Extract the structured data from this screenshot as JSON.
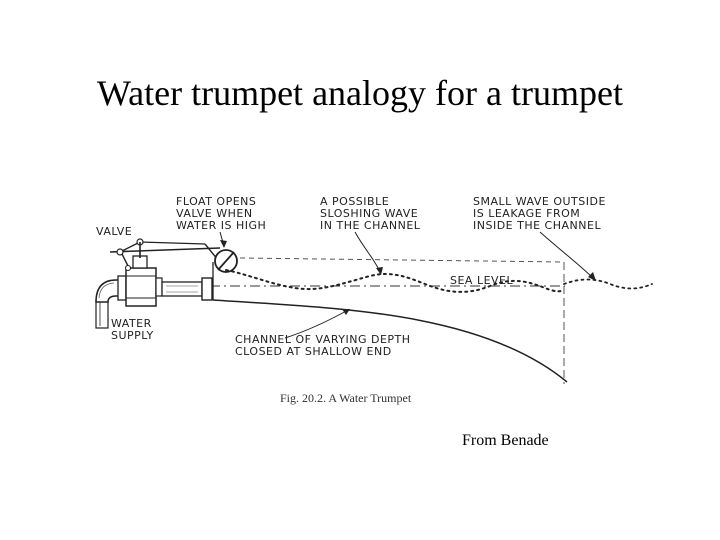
{
  "title": "Water trumpet analogy for a trumpet",
  "figure": {
    "label_float": [
      "FLOAT  OPENS",
      "VALVE  WHEN",
      "WATER  IS HIGH"
    ],
    "label_sloshing": [
      "A POSSIBLE",
      "SLOSHING WAVE",
      "IN  THE CHANNEL"
    ],
    "label_small_wave": [
      "SMALL  WAVE  OUTSIDE",
      "IS  LEAKAGE  FROM",
      "INSIDE  THE CHANNEL"
    ],
    "label_valve": "VALVE",
    "label_sea_level": "SEA  LEVEL",
    "label_water_supply": [
      "WATER",
      "SUPPLY"
    ],
    "label_channel": [
      "CHANNEL  OF  VARYING  DEPTH",
      "CLOSED  AT  SHALLOW  END"
    ],
    "caption": "Fig. 20.2.    A Water Trumpet"
  },
  "credit": "From Benade"
}
